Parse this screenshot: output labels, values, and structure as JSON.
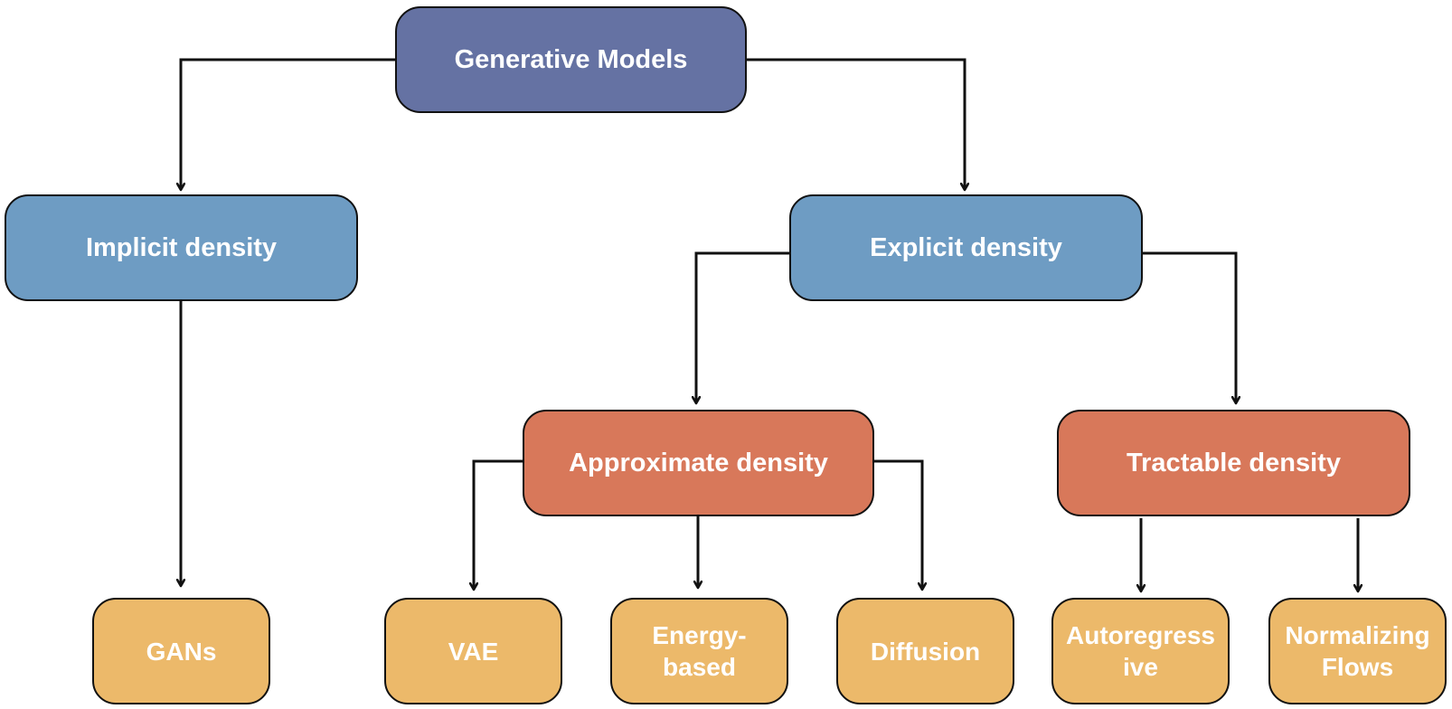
{
  "diagram": {
    "colors": {
      "root": "#6572A3",
      "density": "#6E9CC3",
      "subdensity": "#D8785A",
      "leaf": "#ECB96A",
      "stroke": "#111111",
      "text": "#FFFFFF"
    },
    "nodes": {
      "generative": {
        "label": "Generative Models"
      },
      "implicit": {
        "label": "Implicit density"
      },
      "explicit": {
        "label": "Explicit density"
      },
      "approx": {
        "label": "Approximate density"
      },
      "tractable": {
        "label": "Tractable density"
      },
      "gans": {
        "label": "GANs"
      },
      "vae": {
        "label": "VAE"
      },
      "energy": {
        "label": "Energy-\nbased"
      },
      "diffusion": {
        "label": "Diffusion"
      },
      "autoreg": {
        "label": "Autoregress\nive"
      },
      "normflows": {
        "label": "Normalizing\nFlows"
      }
    },
    "edges": [
      {
        "from": "generative",
        "to": "implicit"
      },
      {
        "from": "generative",
        "to": "explicit"
      },
      {
        "from": "implicit",
        "to": "gans"
      },
      {
        "from": "explicit",
        "to": "approx"
      },
      {
        "from": "explicit",
        "to": "tractable"
      },
      {
        "from": "approx",
        "to": "vae"
      },
      {
        "from": "approx",
        "to": "energy"
      },
      {
        "from": "approx",
        "to": "diffusion"
      },
      {
        "from": "tractable",
        "to": "autoreg"
      },
      {
        "from": "tractable",
        "to": "normflows"
      }
    ]
  }
}
